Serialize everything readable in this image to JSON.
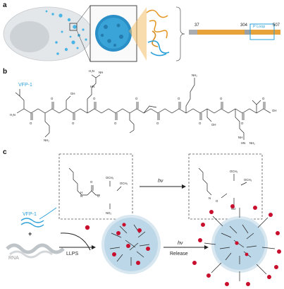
{
  "panels": {
    "a": {
      "label": "a",
      "domain_bar": {
        "start": "37",
        "mid": "304",
        "end": "507",
        "highlight_label": "P Loop"
      }
    },
    "b": {
      "label": "b",
      "peptide_name": "VFP-1",
      "atoms": {
        "amine_terminal": "H₂N",
        "o": "O",
        "oh": "OH",
        "h": "H",
        "n": "N",
        "nh": "NH",
        "nh2": "NH₂",
        "hn": "HN",
        "h2n": "H₂N"
      }
    },
    "c": {
      "label": "c",
      "peptide_label": "VFP-1",
      "plus": "+",
      "rna_label": "RNA",
      "arrow1_label": "LLPS",
      "arrow2_top": "hν",
      "arrow2_bottom": "Release",
      "photo_arrow_label": "hν",
      "chem": {
        "och3": "OCH₃",
        "no2": "NO₂",
        "no": "NO",
        "o": "O",
        "h": "H",
        "n": "N"
      }
    }
  },
  "colors": {
    "accent_blue": "#2aa0d8",
    "cell_gray": "#d9dde0",
    "orange": "#e8a23a",
    "red": "#c8102e"
  }
}
